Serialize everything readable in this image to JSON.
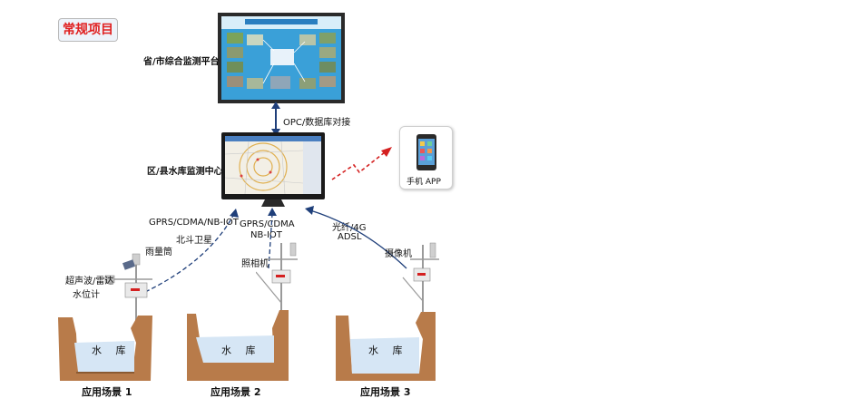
{
  "badge": {
    "text": "常规项目",
    "color": "#e02020"
  },
  "platform": {
    "label": "省/市综合监测平台"
  },
  "link_opc": {
    "label": "OPC/数据库对接"
  },
  "center": {
    "label": "区/县水库监测中心"
  },
  "mobile": {
    "label": "手机 APP"
  },
  "comm": {
    "c1_line1": "GPRS/CDMA/NB-IOT",
    "c1_line2": "北斗卫星",
    "c2_line1": "GPRS/CDMA",
    "c2_line2": "NB-IOT",
    "c3_line1": "光纤/4G",
    "c3_line2": "ADSL"
  },
  "devices": {
    "rain": "雨量筒",
    "level_line1": "超声波/雷达",
    "level_line2": "水位计",
    "camera_photo": "照相机",
    "camera_video": "摄像机"
  },
  "scenes": [
    {
      "label": "应用场景 1",
      "water": "水 库"
    },
    {
      "label": "应用场景 2",
      "water": "水 库"
    },
    {
      "label": "应用场景 3",
      "water": "水 库"
    }
  ],
  "colors": {
    "link_dashed": "#1f3f7a",
    "link_red": "#d42020",
    "soil": "#b87b4a",
    "water": "#d6e6f5"
  }
}
